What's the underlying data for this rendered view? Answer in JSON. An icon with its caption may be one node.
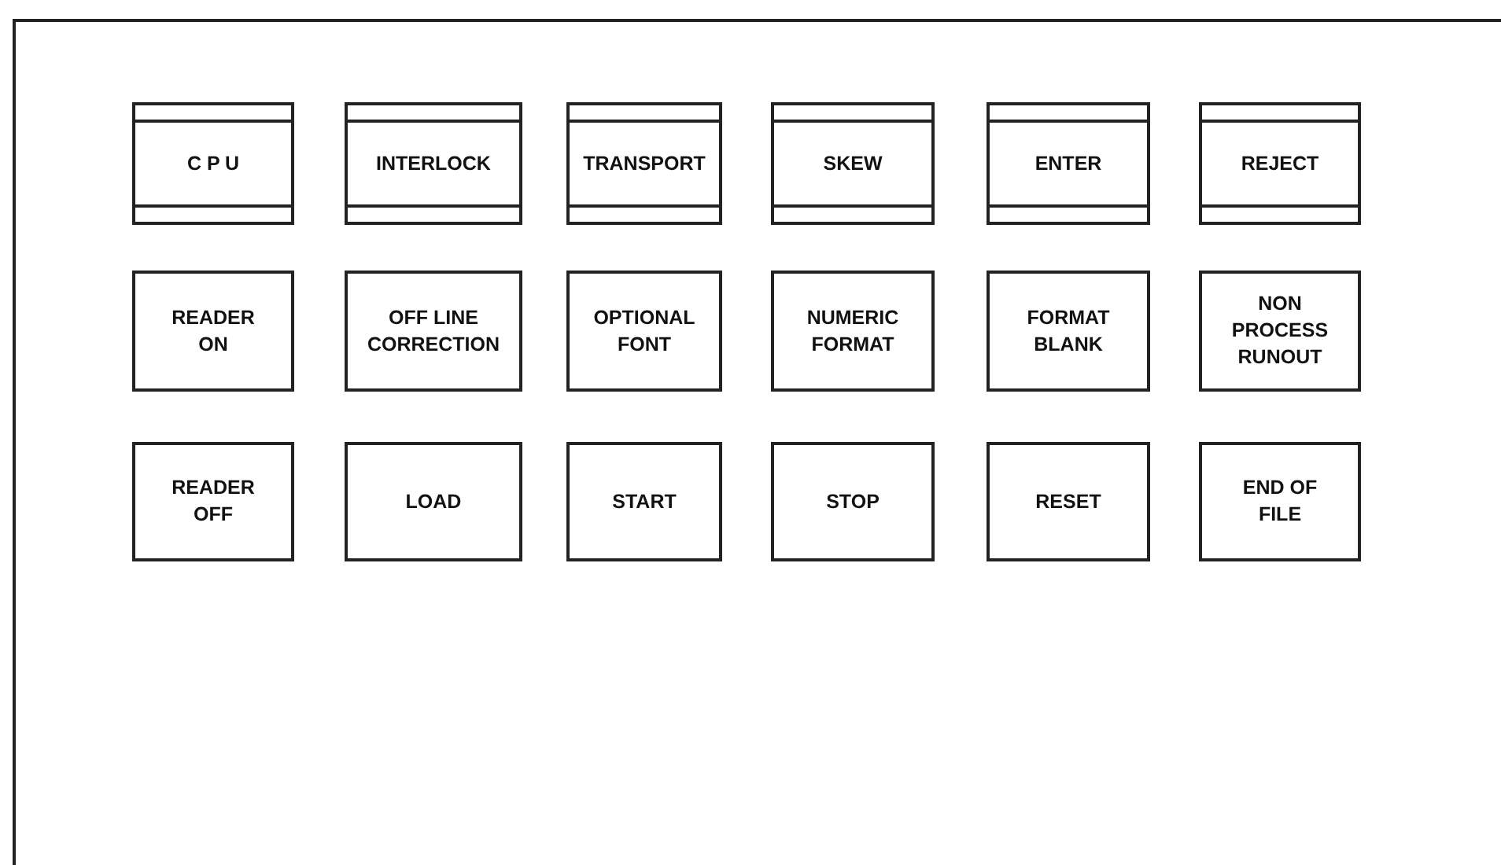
{
  "diagram": {
    "nodes": [
      {
        "text": [
          "C P U"
        ]
      },
      {
        "text": [
          "INTERLOCK"
        ]
      },
      {
        "text": [
          "TRANSPORT"
        ]
      },
      {
        "text": [
          "SKEW"
        ]
      },
      {
        "text": [
          "ENTER"
        ]
      },
      {
        "text": [
          "REJECT"
        ]
      },
      {
        "text": [
          "READER ON"
        ]
      },
      {
        "text": [
          "OFF LINE CORRECTION"
        ]
      },
      {
        "text": [
          "OPTIONAL FONT"
        ]
      },
      {
        "text": [
          "NUMERIC FORMAT"
        ]
      },
      {
        "text": [
          "FORMAT BLANK"
        ]
      },
      {
        "text": [
          "NON PROCESS RUNOUT"
        ]
      },
      {
        "text": [
          "READER OFF"
        ]
      },
      {
        "text": [
          "LOAD"
        ]
      },
      {
        "text": [
          "START"
        ]
      },
      {
        "text": [
          "STOP"
        ]
      },
      {
        "text": [
          "RESET"
        ]
      },
      {
        "text": [
          "END OF FILE"
        ]
      }
    ]
  }
}
